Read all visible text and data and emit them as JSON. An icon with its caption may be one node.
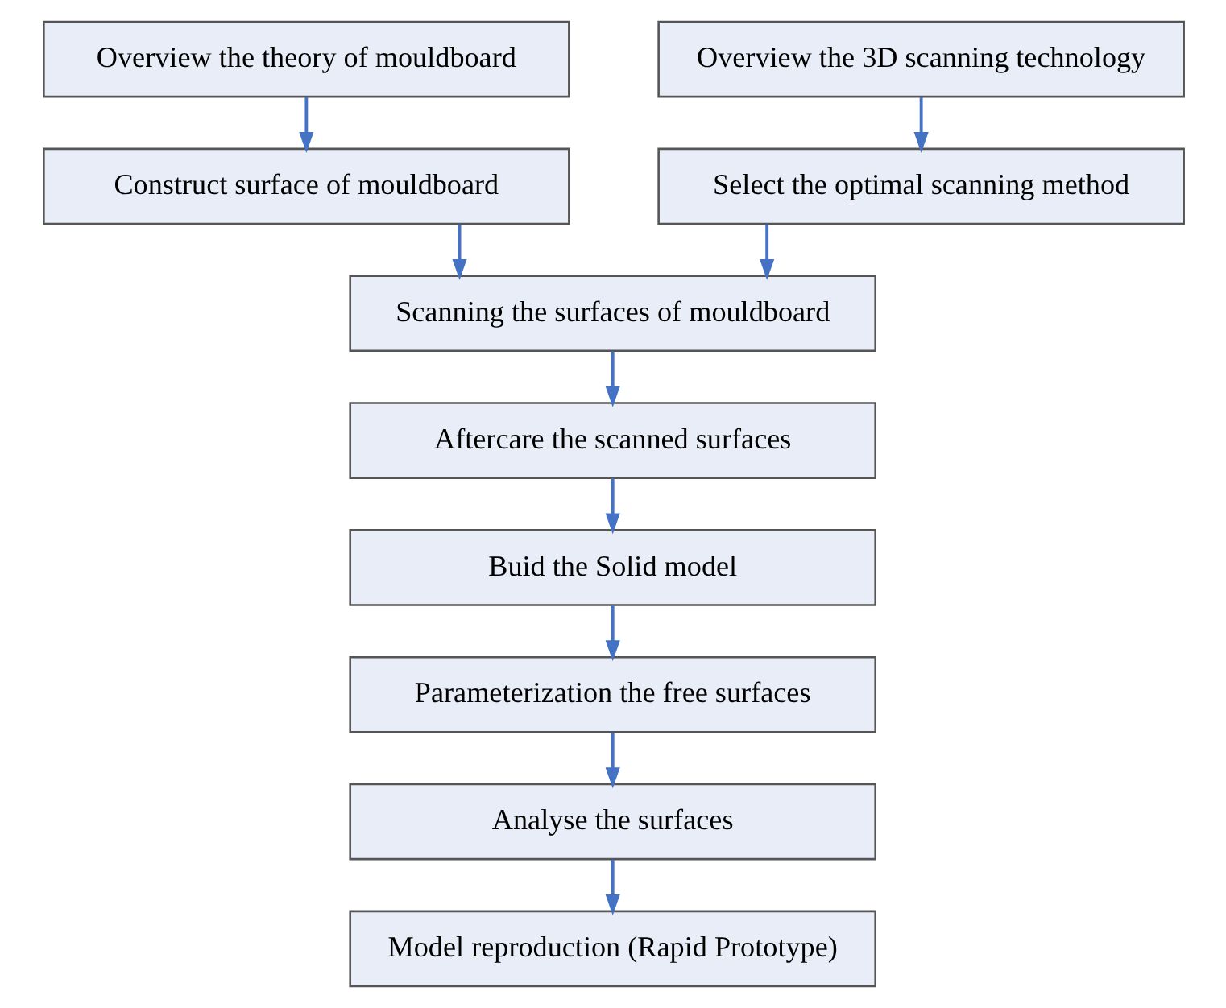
{
  "diagram": {
    "nodes": [
      {
        "text": [
          "Overview the theory of mouldboard"
        ]
      },
      {
        "text": [
          "Overview the 3D scanning technology"
        ]
      },
      {
        "text": [
          "Construct surface of mouldboard"
        ]
      },
      {
        "text": [
          "Select the optimal scanning method"
        ]
      },
      {
        "text": [
          "Scanning the surfaces of mouldboard"
        ]
      },
      {
        "text": [
          "Aftercare the scanned surfaces"
        ]
      },
      {
        "text": [
          "Buid the Solid model"
        ]
      },
      {
        "text": [
          "Parameterization the free surfaces"
        ]
      },
      {
        "text": [
          "Analyse the surfaces"
        ]
      },
      {
        "text": [
          "Model reproduction (Rapid Prototype)"
        ]
      }
    ],
    "edges": [
      {
        "from": 0,
        "to": 2,
        "arrow": "to"
      },
      {
        "from": 1,
        "to": 3,
        "arrow": "to"
      },
      {
        "from": 2,
        "to": 4,
        "arrow": "to"
      },
      {
        "from": 3,
        "to": 4,
        "arrow": "to"
      },
      {
        "from": 4,
        "to": 5,
        "arrow": "to"
      },
      {
        "from": 5,
        "to": 6,
        "arrow": "to"
      },
      {
        "from": 6,
        "to": 7,
        "arrow": "to"
      },
      {
        "from": 7,
        "to": 8,
        "arrow": "to"
      },
      {
        "from": 8,
        "to": 9,
        "arrow": "to"
      }
    ]
  }
}
